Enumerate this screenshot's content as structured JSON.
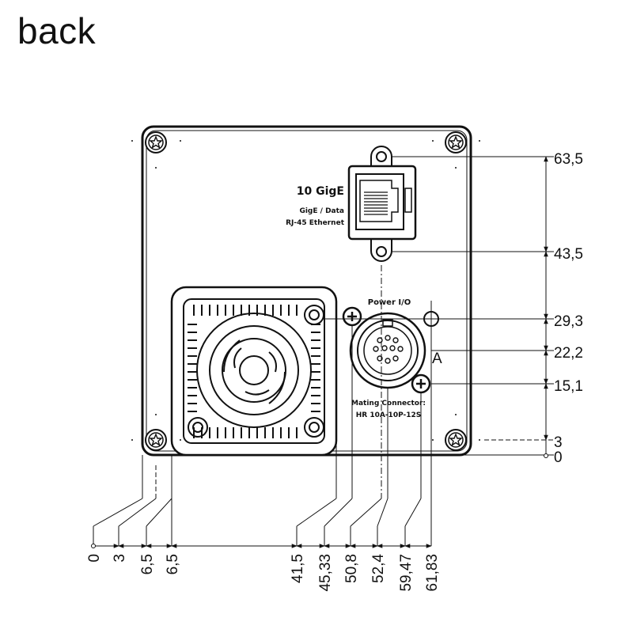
{
  "title": "back",
  "ethernet": {
    "heading": "10 GigE",
    "line1": "GigE / Data",
    "line2": "RJ-45 Ethernet"
  },
  "power_io": {
    "label": "Power I/O",
    "mating_line1": "Mating Connector:",
    "mating_line2": "HR 10A-10P-12S",
    "marker": "A"
  },
  "vertical_dimensions": [
    "63,5",
    "43,5",
    "29,3",
    "22,2",
    "15,1",
    "3",
    "0"
  ],
  "horizontal_dimensions": [
    "0",
    "3",
    "6,5",
    "6,5",
    "41,5",
    "45,33",
    "50,8",
    "52,4",
    "59,47",
    "61,83"
  ]
}
